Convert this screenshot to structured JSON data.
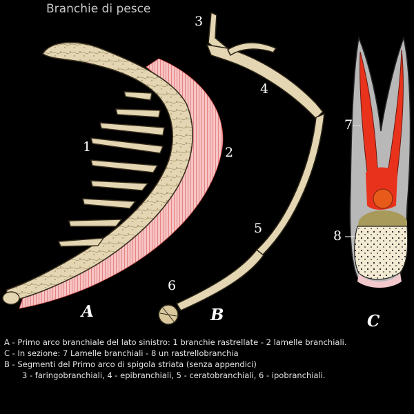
{
  "title": "Branchie di pesce",
  "labels": {
    "n1": "1",
    "n2": "2",
    "n3": "3",
    "n4": "4",
    "n5": "5",
    "n6": "6",
    "n7": "7",
    "n8": "8",
    "A": "A",
    "B": "B",
    "C": "C"
  },
  "caption": [
    "A - Primo arco branchiale del lato sinistro: 1  branchie rastrellate -  2 lamelle branchiali.",
    "C - In sezione: 7 Lamelle branchiali -  8 un rastrellobranchia",
    "B - Segmenti del Primo arco di spigola striata (senza appendici)",
    "3 - faringobranchiali, 4 - epibranchiali, 5 - ceratobranchiali, 6 - ipobranchiali."
  ],
  "colors": {
    "bone": "#e4d6b2",
    "bone_outline": "#3a3020",
    "lamellae": "#ef8a8a",
    "red": "#e8321c",
    "orange": "#e85a1a",
    "olive": "#a89a5a",
    "gray": "#b8b8b8"
  }
}
